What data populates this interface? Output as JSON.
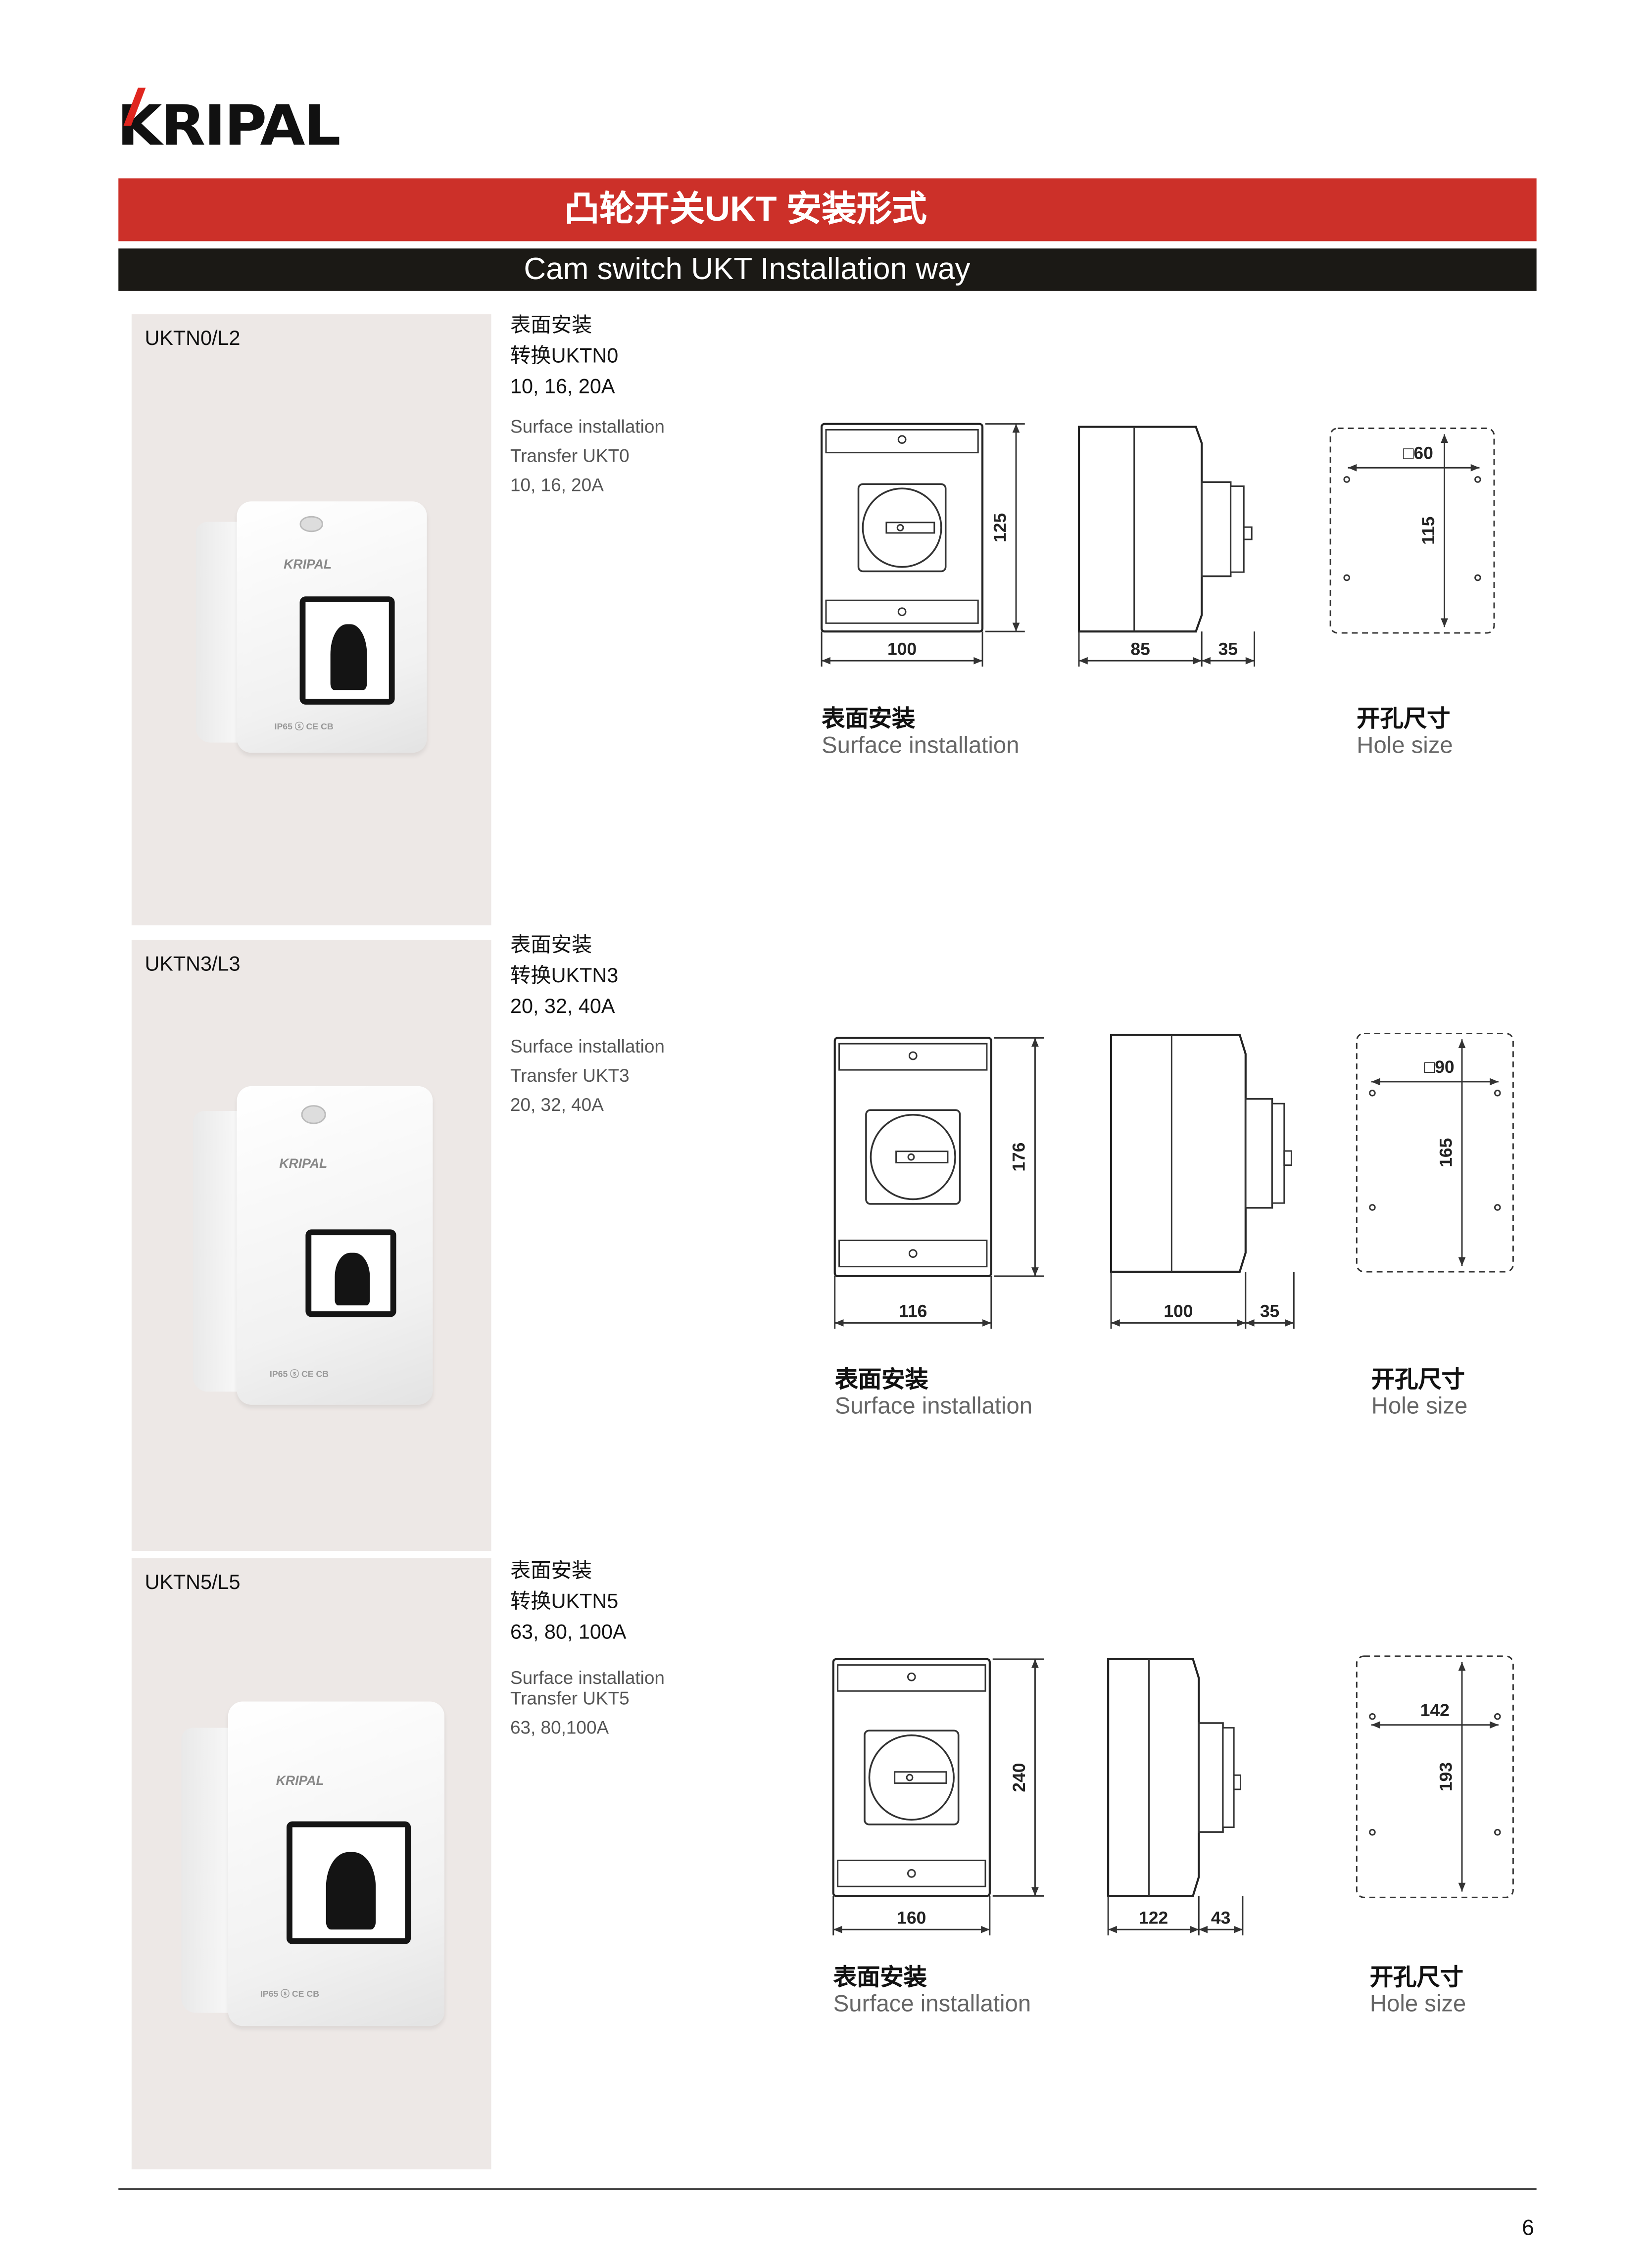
{
  "logo": "KRIPAL",
  "header": {
    "title_cn": "凸轮开关UKT 安装形式",
    "title_en": "Cam switch UKT Installation way"
  },
  "sections": [
    {
      "model": "UKTN0/L2",
      "cn": [
        "表面安装",
        "转换UKTN0",
        "10, 16, 20A"
      ],
      "en": [
        "Surface installation",
        "Transfer UKT0",
        "10, 16, 20A"
      ],
      "dims": {
        "height": "125",
        "width": "100",
        "depth": "85",
        "knob": "35",
        "hole_width": "□60",
        "hole_height": "115"
      },
      "captions": {
        "surface_cn": "表面安装",
        "surface_en": "Surface installation",
        "hole_cn": "开孔尺寸",
        "hole_en": "Hole size"
      },
      "product": {
        "brand": "KRIPAL",
        "marking": "IP65 ⓢ CE CB"
      }
    },
    {
      "model": "UKTN3/L3",
      "cn": [
        "表面安装",
        "转换UKTN3",
        "20, 32, 40A"
      ],
      "en": [
        "Surface installation",
        "Transfer UKT3",
        "20, 32, 40A"
      ],
      "dims": {
        "height": "176",
        "width": "116",
        "depth": "100",
        "knob": "35",
        "hole_width": "□90",
        "hole_height": "165"
      },
      "captions": {
        "surface_cn": "表面安装",
        "surface_en": "Surface installation",
        "hole_cn": "开孔尺寸",
        "hole_en": "Hole size"
      },
      "product": {
        "brand": "KRIPAL",
        "marking": "IP65 ⓢ CE CB"
      }
    },
    {
      "model": "UKTN5/L5",
      "cn": [
        "表面安装",
        "转换UKTN5",
        "63, 80, 100A"
      ],
      "en": [
        "Surface installation",
        "Transfer UKT5",
        "63, 80,100A"
      ],
      "dims": {
        "height": "240",
        "width": "160",
        "depth": "122",
        "knob": "43",
        "hole_width": "142",
        "hole_height": "193"
      },
      "captions": {
        "surface_cn": "表面安装",
        "surface_en": "Surface installation",
        "hole_cn": "开孔尺寸",
        "hole_en": "Hole size"
      },
      "product": {
        "brand": "KRIPAL",
        "marking": "IP65 ⓢ CE CB"
      }
    }
  ],
  "page_number": "6"
}
